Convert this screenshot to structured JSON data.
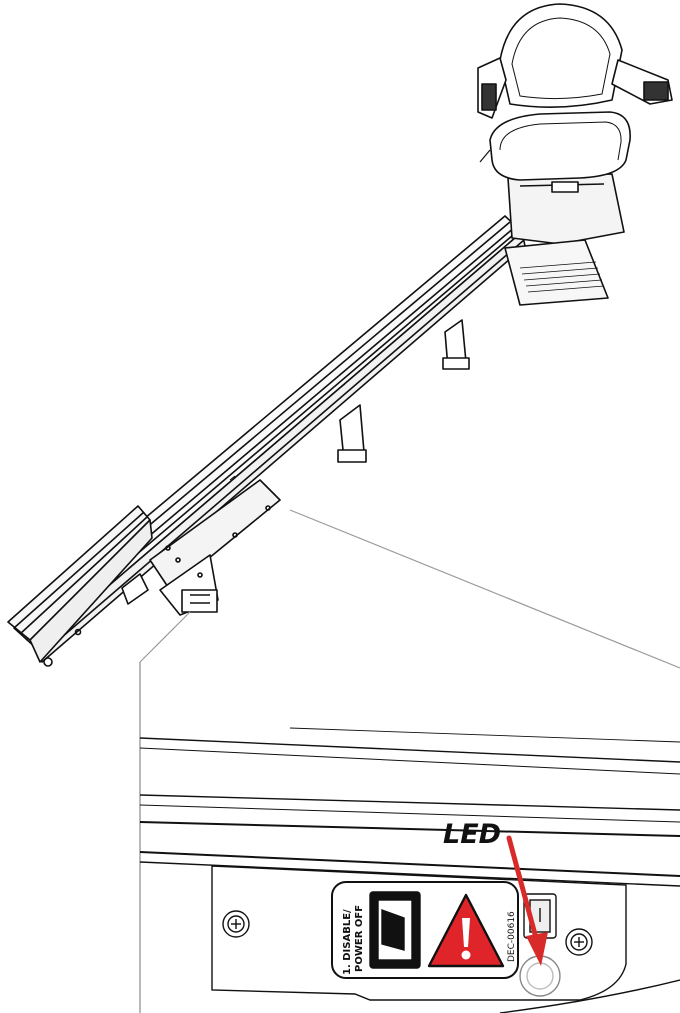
{
  "callout": {
    "led_label": "LED"
  },
  "decal": {
    "line1": "1. DISABLE/",
    "line2": "POWER OFF",
    "code": "DEC-00616"
  },
  "colors": {
    "arrow": "#d92a2a",
    "warning": "#e0252a",
    "line": "#111111",
    "zoom_line": "#9a9a9a"
  },
  "icons": {
    "warning": "warning-triangle-icon",
    "screw": "screw-icon",
    "switch": "rocker-switch-icon"
  }
}
